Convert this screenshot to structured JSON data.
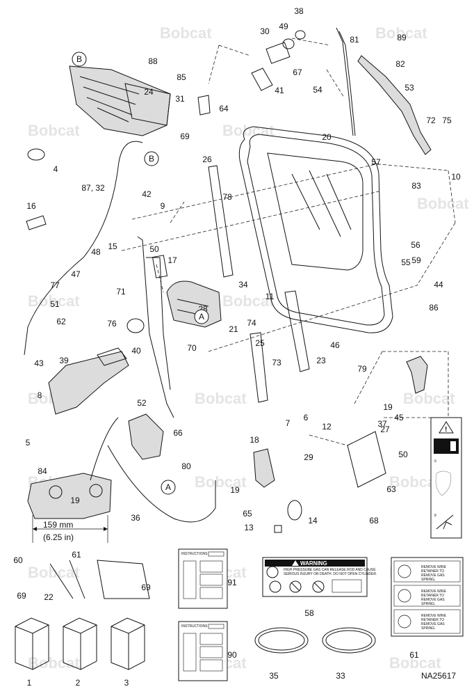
{
  "watermark": "Bobcat",
  "figure_id": "NA25617",
  "callouts": [
    "1",
    "2",
    "3",
    "4",
    "5",
    "6",
    "7",
    "8",
    "9",
    "10",
    "11",
    "12",
    "13",
    "14",
    "15",
    "16",
    "17",
    "18",
    "19",
    "19",
    "19",
    "20",
    "21",
    "22",
    "23",
    "24",
    "25",
    "26",
    "27",
    "28",
    "29",
    "30",
    "31",
    "33",
    "34",
    "35",
    "36",
    "37",
    "38",
    "39",
    "40",
    "41",
    "42",
    "43",
    "44",
    "45",
    "46",
    "47",
    "48",
    "49",
    "50",
    "50",
    "51",
    "52",
    "53",
    "54",
    "55",
    "56",
    "57",
    "58",
    "59",
    "60",
    "61",
    "61",
    "62",
    "63",
    "64",
    "65",
    "66",
    "67",
    "68",
    "69",
    "69",
    "69",
    "70",
    "71",
    "72",
    "73",
    "74",
    "75",
    "76",
    "77",
    "78",
    "79",
    "80",
    "81",
    "82",
    "83",
    "84",
    "85",
    "86",
    "87, 32",
    "88",
    "89",
    "90",
    "91"
  ],
  "markers": [
    "B",
    "B",
    "A",
    "A"
  ],
  "dimension": {
    "metric": "159 mm",
    "imperial": "(6.25 in)"
  },
  "instructions_sheets": [
    {
      "title": "INSTRUCTIONS",
      "callout": "91"
    },
    {
      "title": "INSTRUCTIONS",
      "callout": "90"
    }
  ],
  "warning_decal": {
    "heading": "WARNING",
    "line1": "HIGH PRESSURE GAS CAN RELEASE ROD AND CAUSE",
    "line2": "SERIOUS INJURY OR DEATH. DO NOT OPEN CYLINDER."
  },
  "gas_spring_decal": {
    "lines": [
      "REMOVE WIRE",
      "RETAINER TO",
      "REMOVE GAS",
      "SPRING."
    ]
  },
  "exit_decal": {
    "step_labels": [
      "①",
      "②"
    ]
  }
}
